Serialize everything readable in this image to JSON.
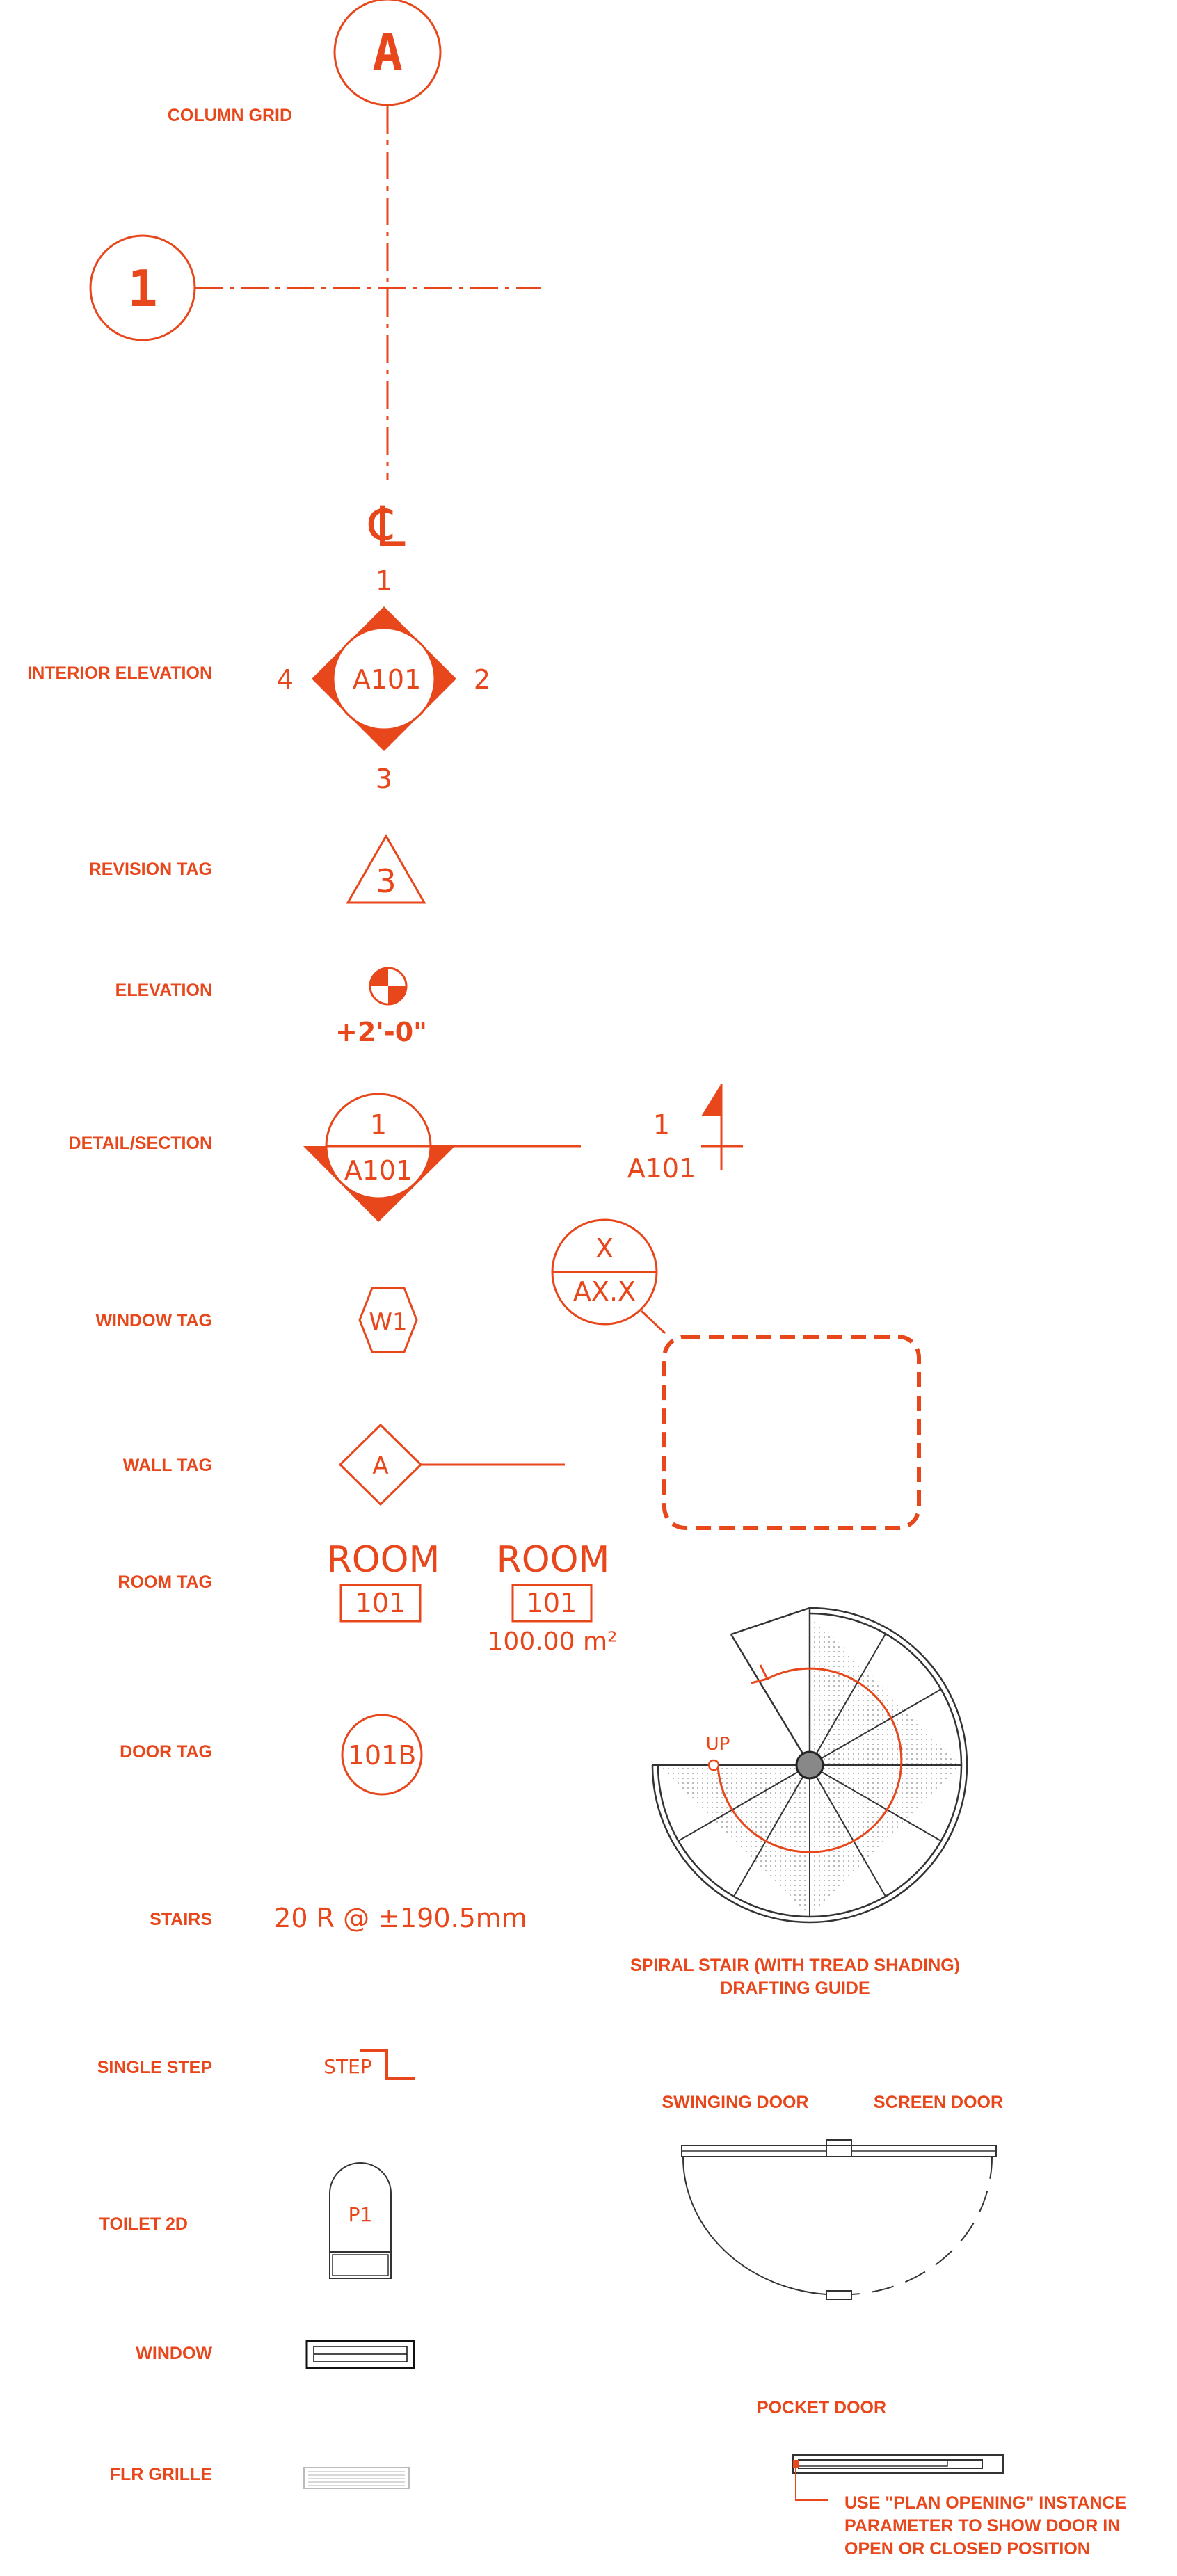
{
  "labels": {
    "column_grid": "COLUMN GRID",
    "interior_elevation": "INTERIOR ELEVATION",
    "revision_tag": "REVISION TAG",
    "elevation": "ELEVATION",
    "detail_section": "DETAIL/SECTION",
    "window_tag": "WINDOW TAG",
    "wall_tag": "WALL TAG",
    "room_tag": "ROOM TAG",
    "door_tag": "DOOR TAG",
    "stairs": "STAIRS",
    "single_step": "SINGLE STEP",
    "toilet_2d": "TOILET 2D",
    "window": "WINDOW",
    "flr_grille": "FLR GRILLE"
  },
  "column_grid": {
    "top_bubble": "A",
    "left_bubble": "1",
    "centerline": "℄"
  },
  "interior_elevation": {
    "sheet": "A101",
    "n1": "1",
    "n2": "2",
    "n3": "3",
    "n4": "4"
  },
  "revision_tag": {
    "number": "3"
  },
  "elevation": {
    "value": "+2'-0\""
  },
  "detail_section": {
    "detail_number": "1",
    "sheet": "A101",
    "flag_number": "1",
    "flag_sheet": "A101"
  },
  "callout": {
    "top": "X",
    "bottom": "AX.X"
  },
  "window_tag": {
    "text": "W1"
  },
  "wall_tag": {
    "text": "A"
  },
  "room_tags": [
    {
      "name": "ROOM",
      "number": "101"
    },
    {
      "name": "ROOM",
      "number": "101",
      "area": "100.00 m²"
    }
  ],
  "door_tag": {
    "text": "101B"
  },
  "stairs": {
    "text": "20 R @ ±190.5mm"
  },
  "single_step": {
    "text": "STEP"
  },
  "toilet": {
    "text": "P1"
  },
  "spiral_stair": {
    "up_label": "UP",
    "caption_line1": "SPIRAL STAIR (WITH TREAD SHADING)",
    "caption_line2": "DRAFTING GUIDE"
  },
  "doors": {
    "swinging": "SWINGING DOOR",
    "screen": "SCREEN DOOR",
    "pocket": "POCKET DOOR"
  },
  "note": {
    "line1": "USE \"PLAN OPENING\" INSTANCE",
    "line2": "PARAMETER TO SHOW DOOR IN",
    "line3": "OPEN OR CLOSED POSITION"
  },
  "colors": {
    "accent": "#E8461B",
    "linework": "#333333"
  }
}
